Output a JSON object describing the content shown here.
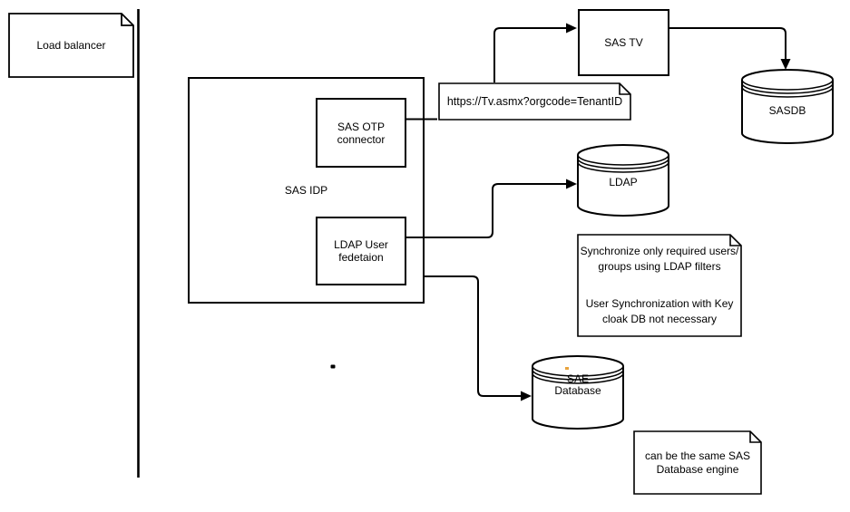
{
  "diagram": {
    "colors": {
      "background": "#ffffff",
      "stroke": "#000000",
      "text": "#000000",
      "stray_mark": "#e8a33d"
    },
    "load_balancer": {
      "label": "Load balancer"
    },
    "sas_idp": {
      "label": "SAS IDP"
    },
    "sas_otp": {
      "line1": "SAS OTP",
      "line2": "connector"
    },
    "ldap_user_federation": {
      "line1": "LDAP User",
      "line2": "fedetaion"
    },
    "sas_tv": {
      "label": "SAS TV"
    },
    "url_note": {
      "label": "https://Tv.asmx?orgcode=TenantID"
    },
    "sasdb": {
      "label": "SASDB"
    },
    "ldap": {
      "label": "LDAP"
    },
    "sync_note": {
      "para1_line1": "Synchronize only required users/",
      "para1_line2": "groups using LDAP filters",
      "para2_line1": "User Synchronization with Key",
      "para2_line2": "cloak DB not necessary"
    },
    "sae_database": {
      "line1": "SAE",
      "line2": "Database"
    },
    "same_engine_note": {
      "line1": "can be the same SAS",
      "line2": "Database engine"
    }
  }
}
